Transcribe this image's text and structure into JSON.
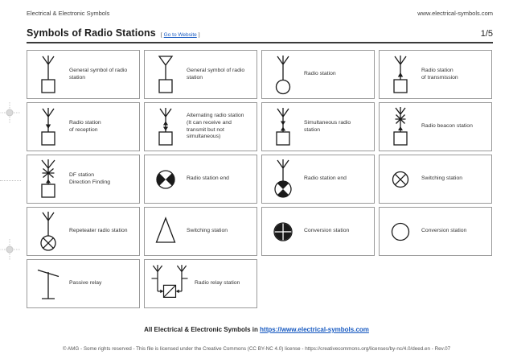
{
  "header": {
    "left": "Electrical & Electronic Symbols",
    "right": "www.electrical-symbols.com"
  },
  "title": {
    "text": "Symbols of Radio Stations",
    "bracket_open": "[",
    "link_label": "Go to Website",
    "bracket_close": "]",
    "page": "1/5"
  },
  "colors": {
    "link": "#1659c1",
    "symbol": "#1a1a1a",
    "cell_border": "#9a9a9a",
    "text": "#333333",
    "muted": "#555555"
  },
  "grid": {
    "rows": [
      {
        "cells": [
          {
            "icon": "antenna-box-icon",
            "label": "General symbol of radio\nstation"
          },
          {
            "icon": "antenna-triangle-box-icon",
            "label": "General symbol of radio\nstation"
          },
          {
            "icon": "antenna-circle-icon",
            "label": "Radio station"
          },
          {
            "icon": "antenna-box-transmit-icon",
            "label": "Radio station\nof transmission"
          }
        ]
      },
      {
        "cells": [
          {
            "icon": "antenna-box-receive-icon",
            "label": "Radio station\nof reception"
          },
          {
            "icon": "antenna-box-alternating-icon",
            "label": "Alternating radio station\n(It can receive and\ntransmit but not\nsimultaneous)"
          },
          {
            "icon": "antenna-box-simultaneous-icon",
            "label": "Simultaneous radio\nstation"
          },
          {
            "icon": "antenna-beacon-box-icon",
            "label": "Radio beacon station"
          }
        ]
      },
      {
        "cells": [
          {
            "icon": "antenna-df-box-icon",
            "label": "DF station\nDirection Finding"
          },
          {
            "icon": "circle-quadrants-icon",
            "label": "Radio station end"
          },
          {
            "icon": "antenna-circle-quadrants-icon",
            "label": "Radio station end"
          },
          {
            "icon": "circle-x-icon",
            "label": "Switching station"
          }
        ]
      },
      {
        "cells": [
          {
            "icon": "antenna-circle-x-icon",
            "label": "Repeteater radio station"
          },
          {
            "icon": "triangle-icon",
            "label": "Switching station"
          },
          {
            "icon": "circle-four-quadrants-icon",
            "label": "Conversion station"
          },
          {
            "icon": "circle-icon",
            "label": "Conversion station"
          }
        ]
      },
      {
        "cells": [
          {
            "icon": "passive-relay-icon",
            "label": "Passive relay"
          },
          {
            "icon": "radio-relay-station-icon",
            "label": "Radio relay station"
          }
        ]
      }
    ]
  },
  "footer": {
    "bold_prefix": "All Electrical & Electronic Symbols in",
    "link": "https://www.electrical-symbols.com",
    "copyright": "© AMG - Some rights reserved - This file is licensed under the Creative Commons (CC BY-NC 4.0) license - https://creativecommons.org/licenses/by-nc/4.0/deed.en - Rev.07"
  }
}
